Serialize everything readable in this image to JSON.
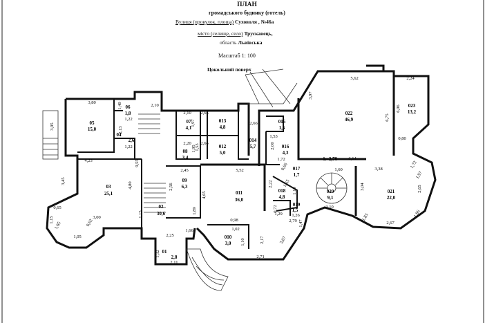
{
  "header": {
    "title": "ПЛАН",
    "subtitle": "громадського будинку (готель)",
    "street_label": "Вулиця  (провулок, площа)",
    "street_value": "Суховоля , №46а",
    "city_label": "місто (селище, село)",
    "city_value": "Трускавець,",
    "region_label": "область",
    "region_value": "Львівська",
    "scale": "Масштаб 1: 100",
    "floor": "Цокольний поверх"
  },
  "rooms": [
    {
      "id": "01",
      "area": "2,8"
    },
    {
      "id": "02",
      "area": "30,6"
    },
    {
      "id": "03",
      "area": "25,1"
    },
    {
      "id": "04",
      "area": "2,6"
    },
    {
      "id": "05",
      "area": "15,0"
    },
    {
      "id": "06",
      "area": "1,8"
    },
    {
      "id": "07",
      "area": "4,1"
    },
    {
      "id": "08",
      "area": "3,4"
    },
    {
      "id": "09",
      "area": "6,3"
    },
    {
      "id": "010",
      "area": "3,0"
    },
    {
      "id": "011",
      "area": "36,0"
    },
    {
      "id": "012",
      "area": "5,0"
    },
    {
      "id": "013",
      "area": "4,8"
    },
    {
      "id": "014",
      "area": "5,7"
    },
    {
      "id": "015",
      "area": "1,5"
    },
    {
      "id": "016",
      "area": "4,3"
    },
    {
      "id": "017",
      "area": "1,7"
    },
    {
      "id": "018",
      "area": "4,8"
    },
    {
      "id": "019",
      "area": "1,5"
    },
    {
      "id": "020",
      "area": "9,1"
    },
    {
      "id": "021",
      "area": "22,0"
    },
    {
      "id": "022",
      "area": "46,9"
    },
    {
      "id": "023",
      "area": "13,2"
    }
  ],
  "dimensions": [
    "3,80",
    "3,95",
    "1,40",
    "1,22",
    "2,13",
    "1,22",
    "2,10",
    "2,10",
    "2,66",
    "1,97",
    "2,20",
    "1,53",
    "2,66",
    "1,95",
    "2,66",
    "1,53",
    "2,00",
    "1,72",
    "0,66",
    "4,23",
    "3,45",
    "4,80",
    "9,55",
    "2,45",
    "2,56",
    "5,52",
    "4,65",
    "1,89",
    "1,66",
    "2,25",
    "1,32",
    "2,11",
    "0,98",
    "1,02",
    "1,10",
    "2,17",
    "3,07",
    "2,71",
    "0,65",
    "1,15",
    "1,05",
    "1,05",
    "0,62",
    "3,00",
    "1,15",
    "2,22",
    "0,72",
    "1,29",
    "1,26",
    "2,79",
    "1,47",
    "1,10",
    "1,65",
    "3,10",
    "3,38",
    "3,04",
    "2,65",
    "1,83",
    "2,67",
    "1,86",
    "0,80",
    "1,72",
    "1,97",
    "5,62",
    "2,24",
    "3,97",
    "6,06",
    "6,75",
    "6,14",
    "1,60"
  ],
  "height_note": "h=2,70"
}
